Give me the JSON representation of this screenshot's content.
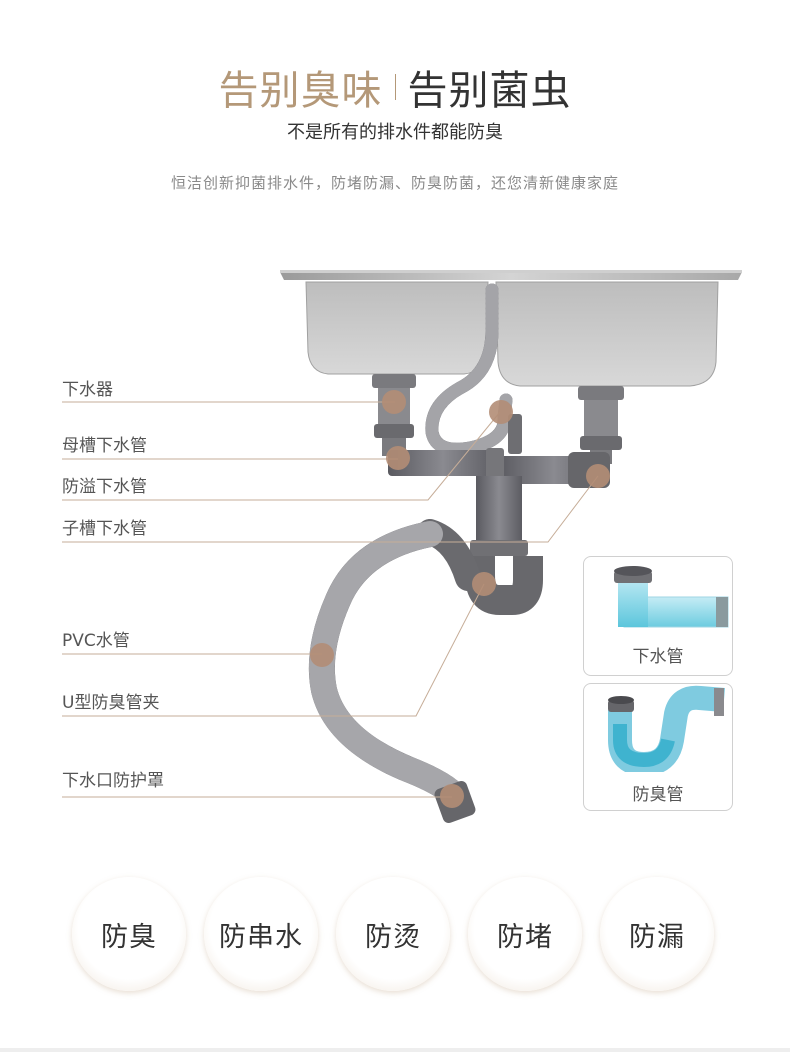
{
  "header": {
    "title_left": "告别臭味",
    "title_right": "告别菌虫",
    "subtitle": "不是所有的排水件都能防臭",
    "description": "恒洁创新抑菌排水件，防堵防漏、防臭防菌，还您清新健康家庭"
  },
  "labels": [
    "下水器",
    "母槽下水管",
    "防溢下水管",
    "子槽下水管",
    "PVC水管",
    "U型防臭管夹",
    "下水口防护罩"
  ],
  "cards": {
    "drain_pipe": "下水管",
    "odor_pipe": "防臭管"
  },
  "features": [
    "防臭",
    "防串水",
    "防烫",
    "防堵",
    "防漏"
  ],
  "colors": {
    "accent": "#b49878",
    "marker": "#b38d75",
    "pipe": "#6e6e72"
  }
}
